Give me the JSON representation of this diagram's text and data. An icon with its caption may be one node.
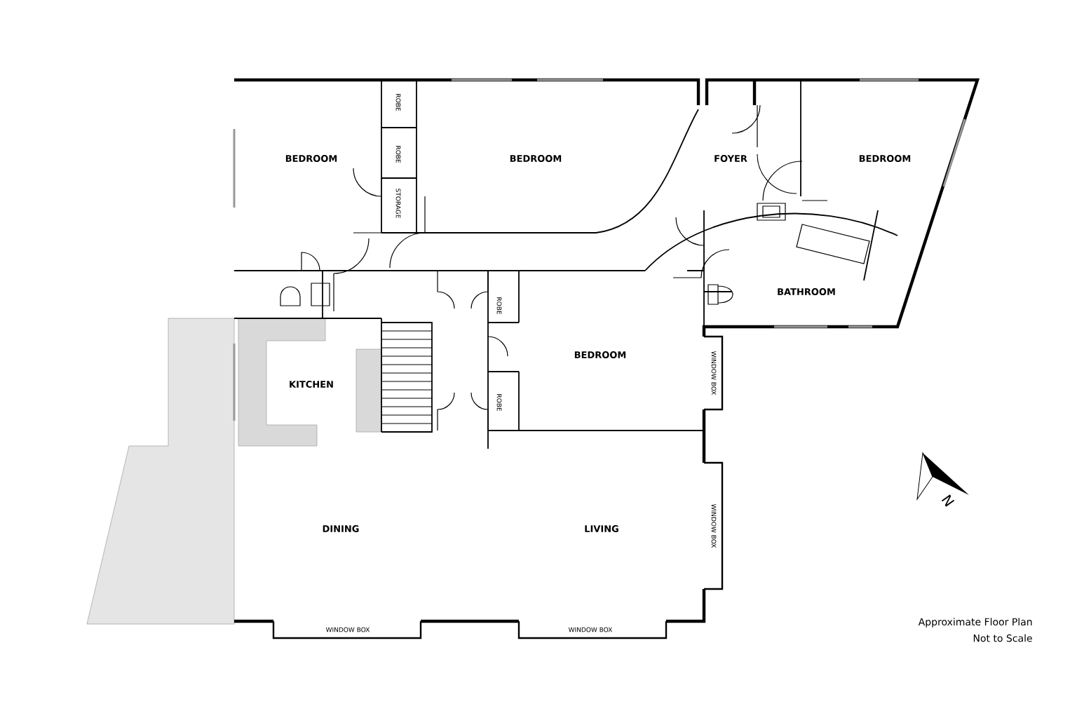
{
  "diagram": {
    "labels": [
      "BEDROOM",
      "ROBE",
      "BEDROOM",
      "FOYER",
      "BEDROOM",
      "ROBE",
      "STORAGE",
      "BATHROOM",
      "ROBE",
      "BEDROOM",
      "WINDOW BOX",
      "KITCHEN",
      "ROBE",
      "N",
      "DINING",
      "LIVING",
      "WINDOW BOX",
      "WINDOW BOX",
      "WINDOW BOX",
      "Approximate Floor Plan",
      "Not to Scale"
    ]
  }
}
